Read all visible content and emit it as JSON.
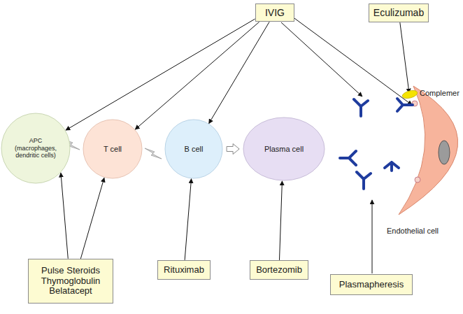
{
  "diagram": {
    "nodes": [
      {
        "text": [
          "IVIG"
        ]
      },
      {
        "text": [
          "Eculizumab"
        ]
      },
      {
        "text": [
          "APC (macrophages, dendritic cells)"
        ]
      },
      {
        "text": [
          "T cell"
        ]
      },
      {
        "text": [
          "B cell"
        ]
      },
      {
        "text": [
          "Plasma cell"
        ]
      },
      {
        "text": [
          "Endothelial cell"
        ]
      },
      {
        "text": [
          "Pulse Steroids Thymoglobulin Belatacept"
        ]
      },
      {
        "text": [
          "Rituximab"
        ]
      },
      {
        "text": [
          "Bortezomib"
        ]
      },
      {
        "text": [
          "Plasmapheresis"
        ]
      }
    ],
    "edges": [
      {
        "from": 0,
        "to": 2,
        "arrow": "to"
      },
      {
        "from": 0,
        "to": 3,
        "arrow": "to"
      },
      {
        "from": 0,
        "to": 4,
        "arrow": "to"
      },
      {
        "from": 0,
        "to": 6,
        "arrow": "to"
      },
      {
        "from": 1,
        "to": 6,
        "arrow": "to"
      },
      {
        "from": 7,
        "to": 2,
        "arrow": "to"
      },
      {
        "from": 7,
        "to": 3,
        "arrow": "to"
      },
      {
        "from": 8,
        "to": 4,
        "arrow": "to"
      },
      {
        "from": 9,
        "to": 5,
        "arrow": "to"
      },
      {
        "from": 4,
        "to": 5,
        "arrow": "to"
      }
    ],
    "labels": [
      "Complemer"
    ]
  }
}
